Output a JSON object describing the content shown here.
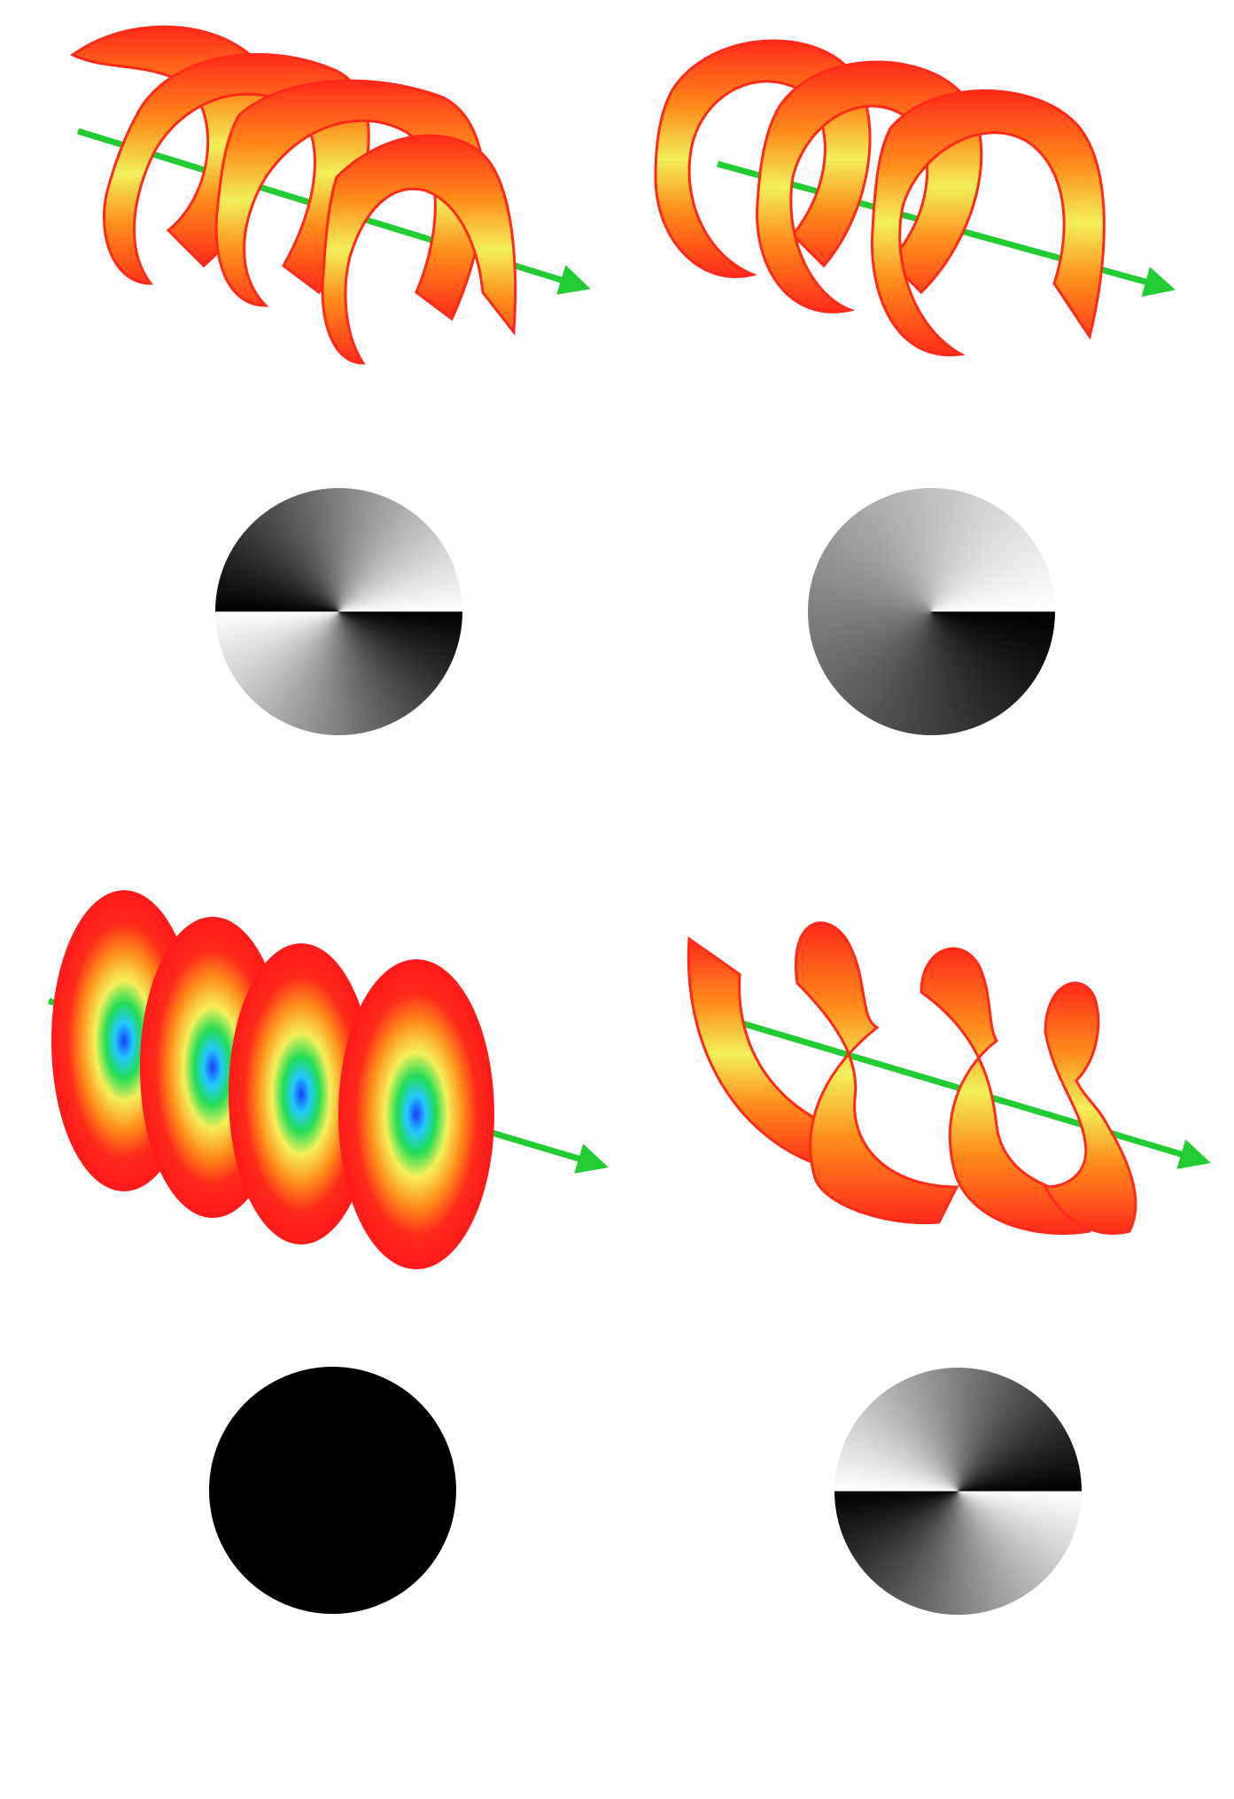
{
  "figure": {
    "panels": [
      {
        "id": "helix-top-left",
        "kind": "helical-wavefront",
        "charge": 2,
        "turns": 3
      },
      {
        "id": "helix-top-right",
        "kind": "helical-wavefront",
        "charge": 1,
        "turns": 3
      },
      {
        "id": "plane-bottom-left",
        "kind": "plane-wavefront",
        "charge": 0,
        "turns": 4
      },
      {
        "id": "helix-bottom-right",
        "kind": "helical-wavefront",
        "charge": -1,
        "turns": 3
      }
    ],
    "phase_maps": [
      {
        "id": "phase-map-top-left",
        "charge": 2
      },
      {
        "id": "phase-map-top-right",
        "charge": 1
      },
      {
        "id": "phase-map-bottom-left",
        "charge": 0
      },
      {
        "id": "phase-map-bottom-right",
        "charge": -2
      }
    ],
    "colors": {
      "surface_edge": "#ff2a1a",
      "surface_mid": "#ff8c1a",
      "surface_center": "#f2f05a",
      "axis_arrow": "#22cc33",
      "plane_center": "#1a66ff",
      "background": "#ffffff"
    }
  }
}
